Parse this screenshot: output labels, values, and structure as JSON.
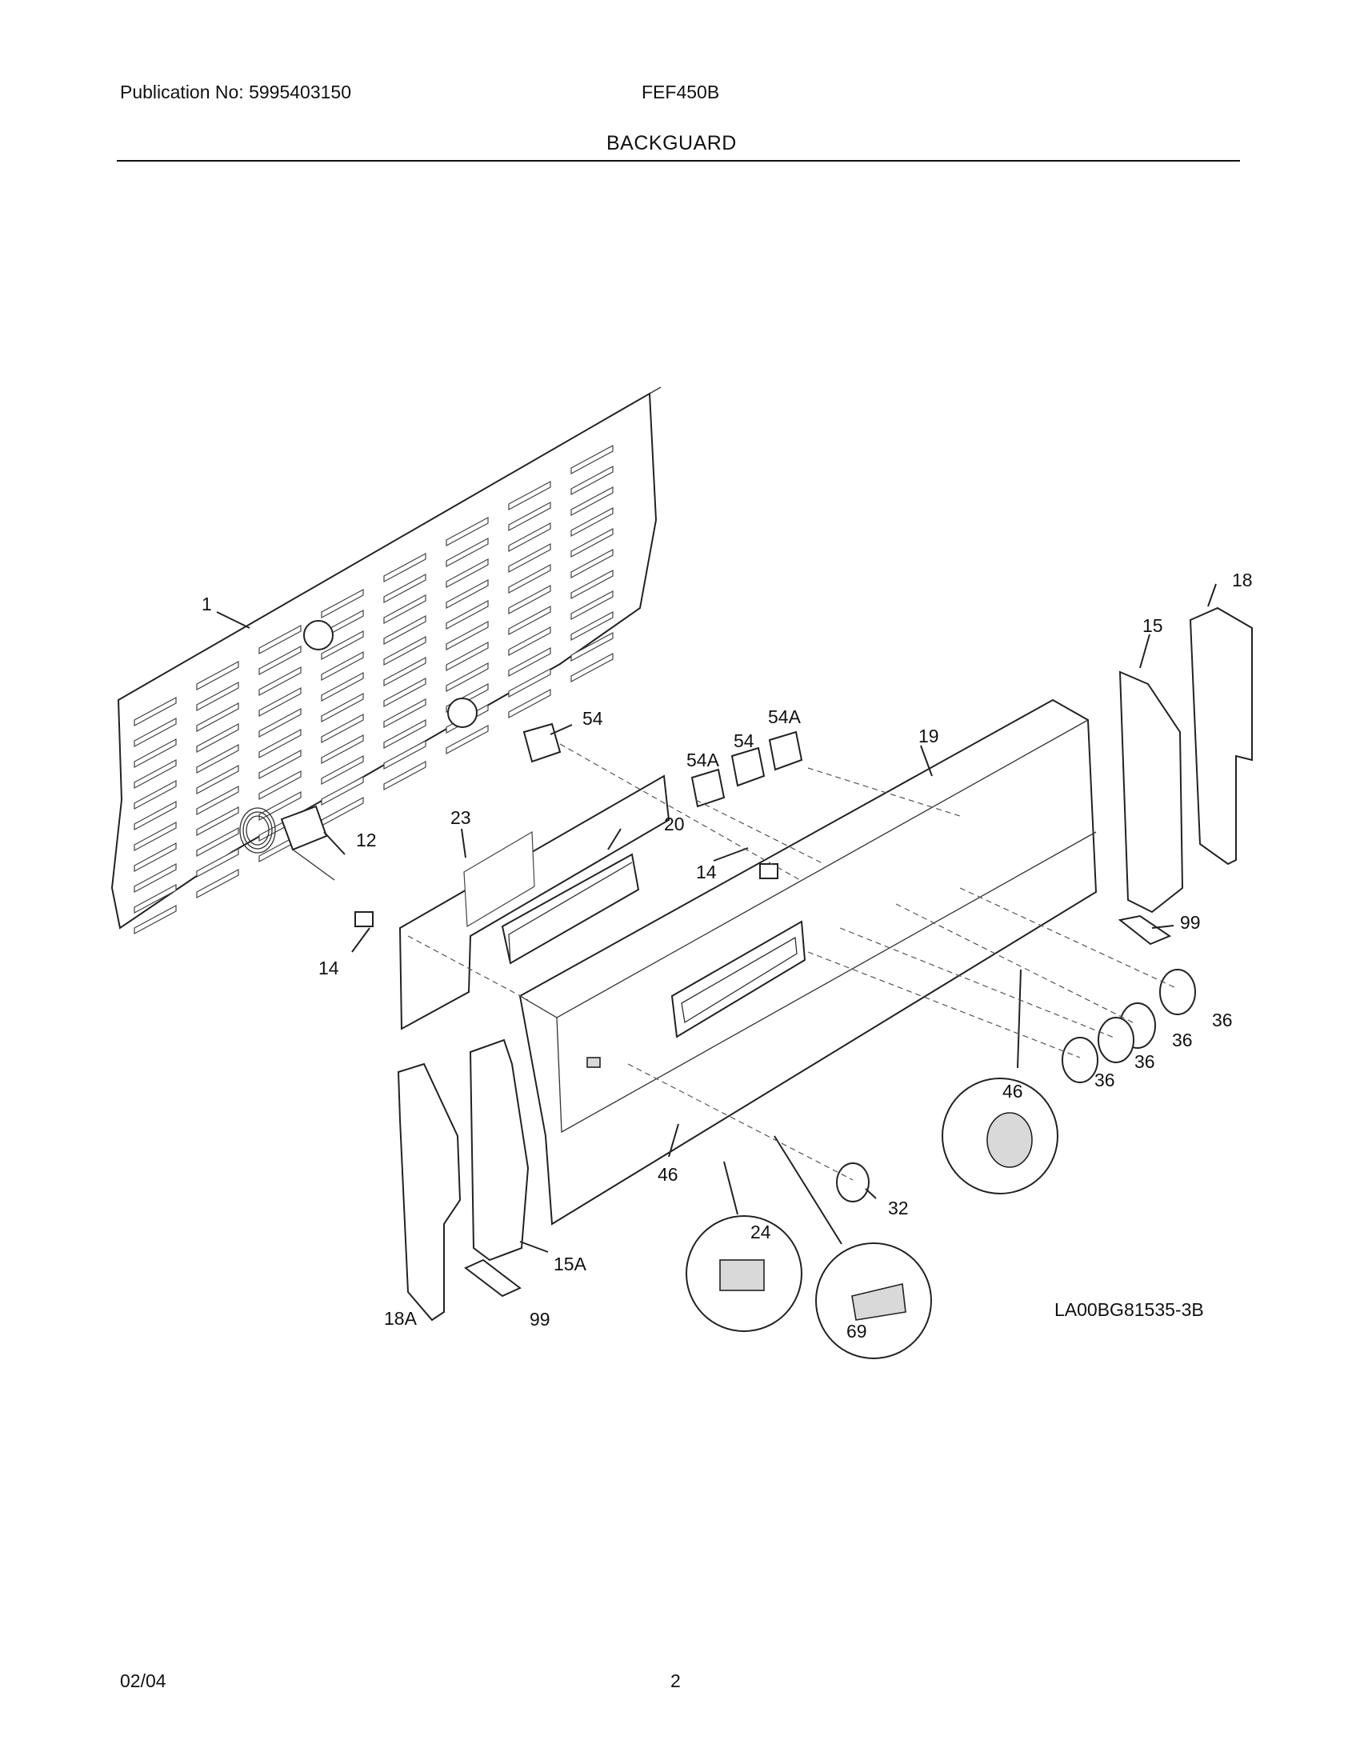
{
  "header": {
    "publication": "Publication No: 5995403150",
    "model": "FEF450B",
    "section_title": "BACKGUARD"
  },
  "diagram": {
    "drawing_code": "LA00BG81535-3B",
    "callouts": [
      "1",
      "12",
      "14",
      "14",
      "15",
      "15A",
      "18",
      "18A",
      "19",
      "20",
      "23",
      "24",
      "32",
      "36",
      "36",
      "36",
      "36",
      "46",
      "46",
      "54",
      "54",
      "54A",
      "54A",
      "69",
      "99",
      "99"
    ]
  },
  "footer": {
    "date": "02/04",
    "page": "2"
  }
}
